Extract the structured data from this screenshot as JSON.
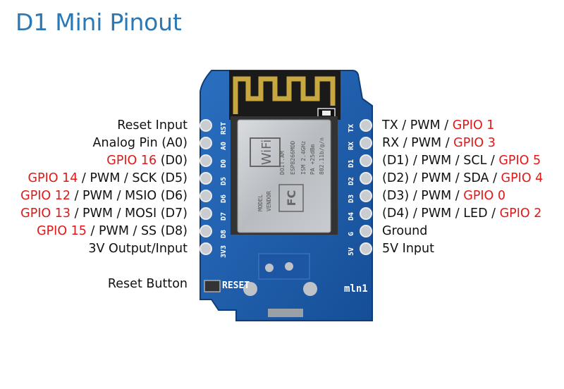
{
  "title": "D1 Mini Pinout",
  "colors": {
    "title": "#2a78b5",
    "gpio_highlight": "#e01818",
    "board": "#1e5fae",
    "pad": "#c9ccd0"
  },
  "board": {
    "silkscreen": {
      "left_pins": [
        "RST",
        "A0",
        "D0",
        "D5",
        "D6",
        "D7",
        "D8",
        "3V3"
      ],
      "right_pins": [
        "TX",
        "RX",
        "D1",
        "D2",
        "D3",
        "D4",
        "G",
        "5V"
      ],
      "reset": "RESET",
      "logo": "mln1"
    },
    "shield_text": [
      "ESP8266MOD",
      "DOIT.AM",
      "ISM 2.4GHz",
      "PA +25dBm",
      "802.11b/g/n",
      "MODEL",
      "VENDOR"
    ]
  },
  "left_labels": [
    {
      "gpio": "",
      "rest": "Reset Input"
    },
    {
      "gpio": "",
      "rest": "Analog Pin (A0)"
    },
    {
      "gpio": "GPIO 16",
      "rest": " (D0)"
    },
    {
      "gpio": "GPIO 14",
      "rest": " / PWM / SCK (D5)"
    },
    {
      "gpio": "GPIO 12",
      "rest": " / PWM / MSIO (D6)"
    },
    {
      "gpio": "GPIO 13",
      "rest": " / PWM / MOSI (D7)"
    },
    {
      "gpio": "GPIO 15",
      "rest": " / PWM / SS (D8)"
    },
    {
      "gpio": "",
      "rest": "3V Output/Input"
    }
  ],
  "reset_button_label": "Reset Button",
  "right_labels": [
    {
      "rest": "TX / PWM / ",
      "gpio": "GPIO 1"
    },
    {
      "rest": "RX / PWM / ",
      "gpio": "GPIO 3"
    },
    {
      "rest": "(D1) / PWM / SCL / ",
      "gpio": "GPIO 5"
    },
    {
      "rest": "(D2) / PWM / SDA / ",
      "gpio": "GPIO 4"
    },
    {
      "rest": "(D3) / PWM / ",
      "gpio": "GPIO 0"
    },
    {
      "rest": "(D4) / PWM / LED / ",
      "gpio": "GPIO 2"
    },
    {
      "rest": "Ground",
      "gpio": ""
    },
    {
      "rest": "5V Input",
      "gpio": ""
    }
  ]
}
